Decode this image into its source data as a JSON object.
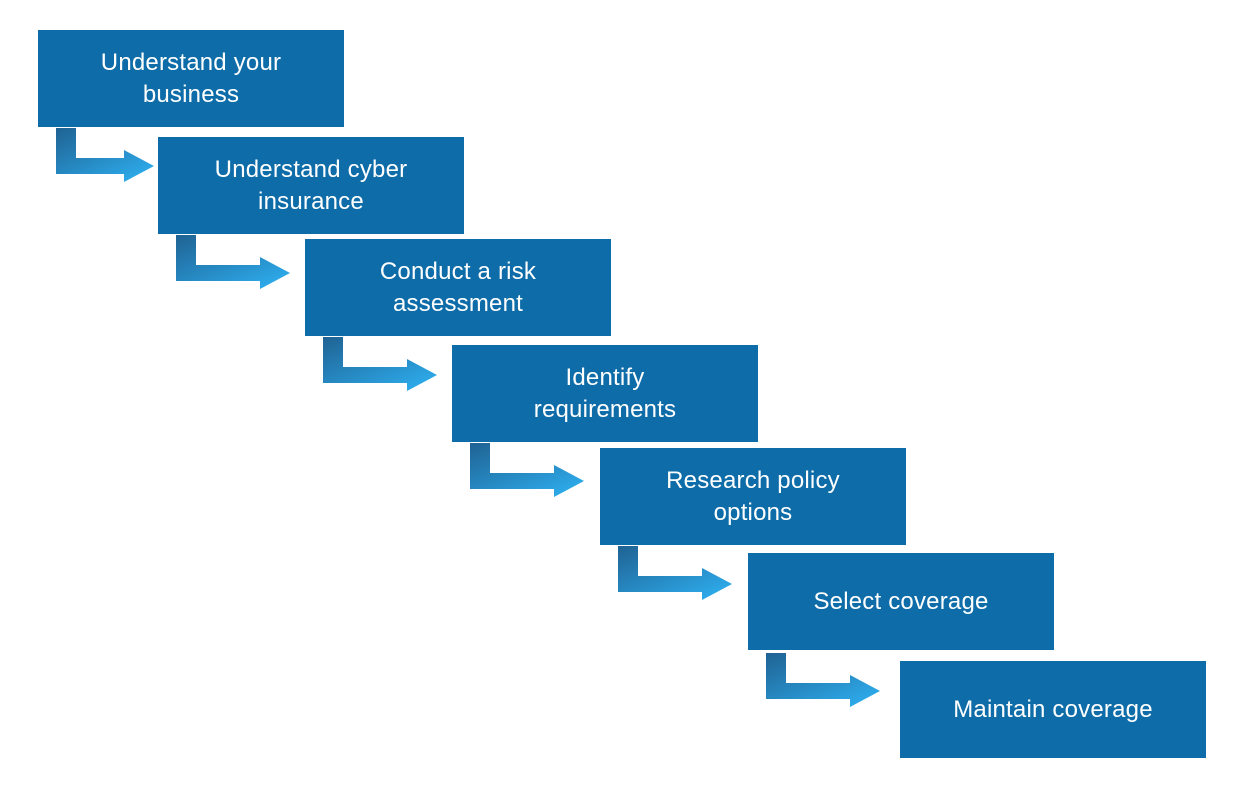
{
  "diagram": {
    "type": "step-down-process",
    "steps": [
      {
        "label": "Understand your\nbusiness"
      },
      {
        "label": "Understand cyber\ninsurance"
      },
      {
        "label": "Conduct a risk\nassessment"
      },
      {
        "label": "Identify\nrequirements"
      },
      {
        "label": "Research policy\noptions"
      },
      {
        "label": "Select coverage"
      },
      {
        "label": "Maintain coverage"
      }
    ]
  },
  "icons": {
    "connector": "elbow-arrow-icon"
  },
  "colors": {
    "box_fill": "#0e6ca8",
    "box_text": "#ffffff",
    "arrow_gradient_start": "#1f6293",
    "arrow_gradient_end": "#2eaff0",
    "background": "#ffffff"
  }
}
